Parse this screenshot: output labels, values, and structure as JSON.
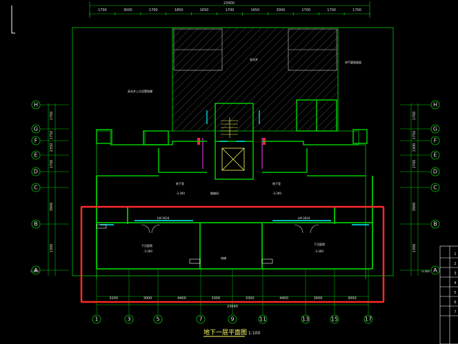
{
  "colors": {
    "background": "#000000",
    "wall": "#00cc00",
    "axis": "#00cc00",
    "glass": "#00ffff",
    "label": "#ffffff",
    "title": "#ffff66",
    "selection": "#ff2a2a",
    "hatch": "#808080"
  },
  "drawing": {
    "title": "地下一层平面图",
    "scale": "1:100",
    "top_total_dim": "23400",
    "bottom_total_dim": "23640",
    "top_dims": [
      "1700",
      "3000",
      "1700",
      "1850",
      "1650",
      "1700",
      "1650",
      "3000",
      "1700",
      "1700",
      "1700"
    ],
    "bottom_dims": [
      "3200",
      "3000",
      "4400",
      "3300",
      "3300",
      "4400",
      "3000",
      "3000"
    ],
    "left_dims": [
      "1700",
      "1750",
      "2350",
      "1700",
      "3900",
      "1300"
    ],
    "right_dims": [
      "1700",
      "1750",
      "1300",
      "1700",
      "3900",
      "1300"
    ],
    "bottom_axes": [
      "1",
      "3",
      "5",
      "7",
      "9",
      "11",
      "13",
      "15",
      "17"
    ],
    "side_axes": [
      "H",
      "G",
      "F",
      "E",
      "D",
      "C",
      "B",
      "A"
    ]
  },
  "labels": {
    "light_well": "采光井",
    "rooms_lower": [
      "下沉庭院",
      "下沉庭院"
    ],
    "rooms_mid": [
      "地下室",
      "地下室"
    ],
    "stair_note": "楼梯间",
    "elev_note": "电梯",
    "elevations": [
      "-3.300",
      "-3.300",
      "-3.300",
      "-3.300",
      "-3.300",
      "-3.300"
    ],
    "window_codes": [
      "LM-3024",
      "LM-3024"
    ],
    "note_left": "采光井上方设置雨棚",
    "note_right": "排气管接屋面"
  },
  "right_table": {
    "rows": [
      "1",
      "2",
      "3",
      "4",
      "5",
      "6",
      "7"
    ]
  }
}
